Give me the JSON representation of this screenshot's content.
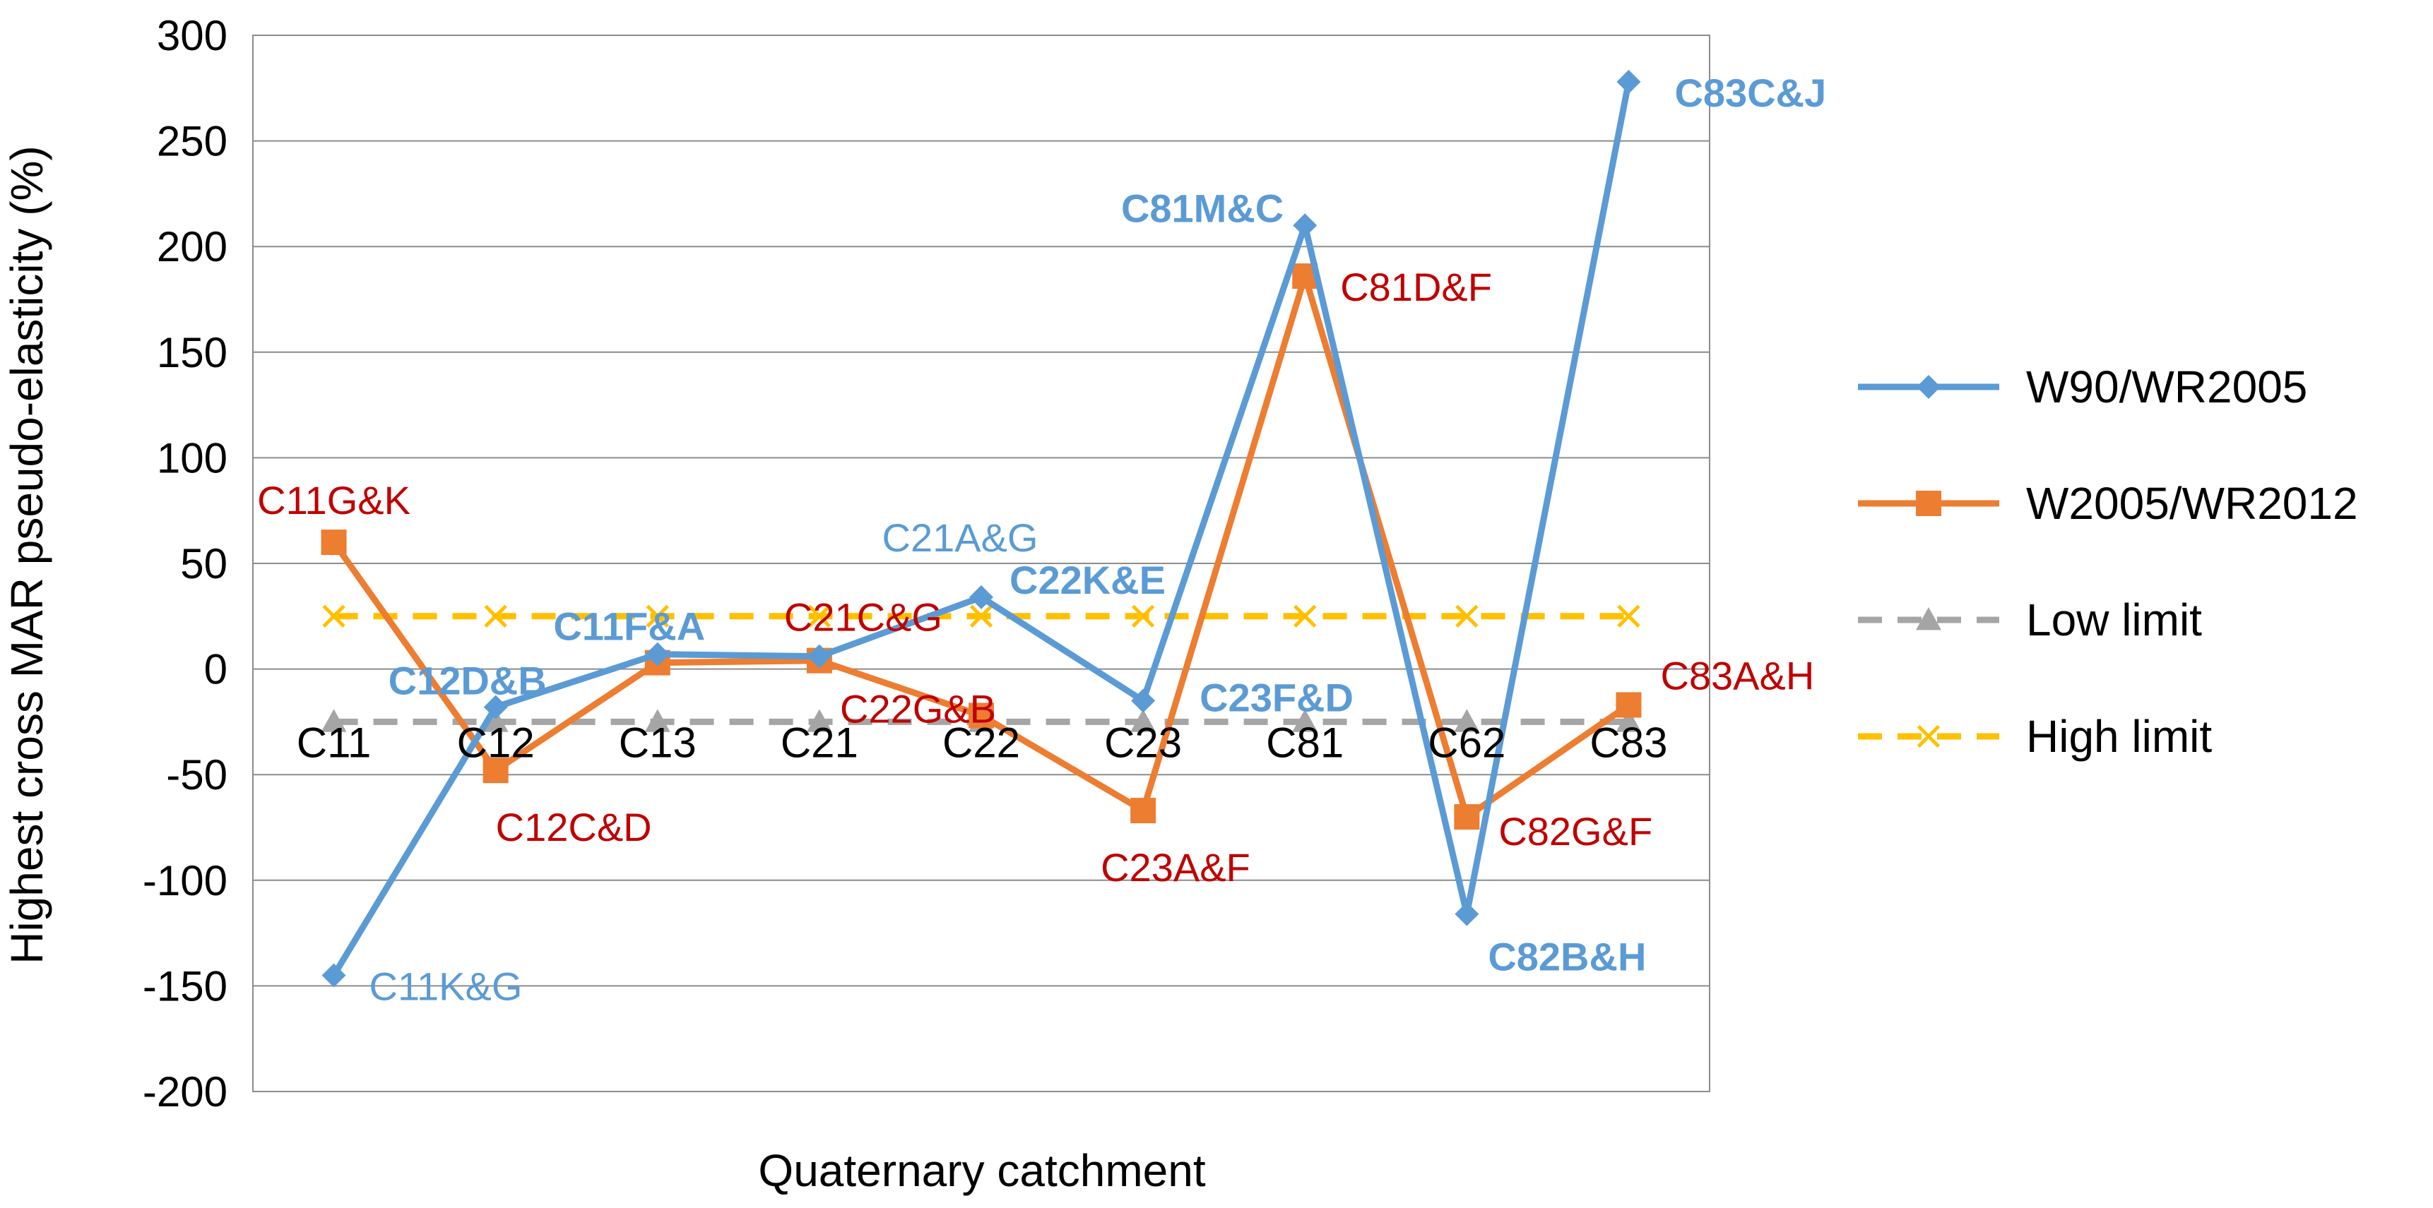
{
  "chart_data": {
    "type": "line",
    "xlabel": "Quaternary catchment",
    "ylabel": "Highest cross MAR pseudo-elasticity (%)",
    "ylim": [
      -200,
      300
    ],
    "y_ticks": [
      -200,
      -150,
      -100,
      -50,
      0,
      50,
      100,
      150,
      200,
      250,
      300
    ],
    "y_tick_labels": [
      "-200",
      "-150",
      "-100",
      "-50",
      "0",
      "50",
      "100",
      "150",
      "200",
      "250",
      "300"
    ],
    "categories": [
      "C11",
      "C12",
      "C13",
      "C21",
      "C22",
      "C23",
      "C81",
      "C62",
      "C83"
    ],
    "grid": "horizontal",
    "legend_position": "right",
    "series": [
      {
        "name": "W90/WR2005",
        "color": "#5B9BD5",
        "marker": "diamond",
        "line_style": "solid",
        "values": [
          -145,
          -18,
          7,
          6,
          34,
          -15,
          210,
          -116,
          278
        ]
      },
      {
        "name": "W2005/WR2012",
        "color": "#ED7D31",
        "marker": "square",
        "line_style": "solid",
        "values": [
          60,
          -48,
          3,
          4,
          -22,
          -67,
          186,
          -70,
          -17
        ]
      },
      {
        "name": "Low limit",
        "color": "#A5A5A5",
        "marker": "triangle",
        "line_style": "dashed",
        "values": [
          -25,
          -25,
          -25,
          -25,
          -25,
          -25,
          -25,
          -25,
          -25
        ]
      },
      {
        "name": "High limit",
        "color": "#FFC000",
        "marker": "x",
        "line_style": "dashed",
        "values": [
          25,
          25,
          25,
          25,
          25,
          25,
          25,
          25,
          25
        ]
      }
    ],
    "annotations": [
      {
        "text": "C11G&K",
        "series": 1,
        "point": 0,
        "color": "#C00000",
        "bold": false,
        "place": "above"
      },
      {
        "text": "C11K&G",
        "series": 0,
        "point": 0,
        "color": "#5B9BD5",
        "bold": false,
        "place": "below-right"
      },
      {
        "text": "C12D&B",
        "series": 0,
        "point": 1,
        "color": "#5B9BD5",
        "bold": true,
        "place": "above"
      },
      {
        "text": "C12C&D",
        "series": 1,
        "point": 1,
        "color": "#C00000",
        "bold": false,
        "place": "below-right"
      },
      {
        "text": "C11F&A",
        "series": 0,
        "point": 2,
        "color": "#5B9BD5",
        "bold": true,
        "place": "above"
      },
      {
        "text": "C21C&G",
        "series": 1,
        "point": 3,
        "color": "#C00000",
        "bold": false,
        "place": "above-right"
      },
      {
        "text": "C21A&G",
        "series": 0,
        "point": 4,
        "color": "#5B9BD5",
        "bold": false,
        "place": "above-left"
      },
      {
        "text": "C22K&E",
        "series": 0,
        "point": 4,
        "color": "#5B9BD5",
        "bold": true,
        "place": "right"
      },
      {
        "text": "C22G&B",
        "series": 1,
        "point": 4,
        "color": "#C00000",
        "bold": false,
        "place": "below"
      },
      {
        "text": "C23A&F",
        "series": 1,
        "point": 5,
        "color": "#C00000",
        "bold": false,
        "place": "below-right"
      },
      {
        "text": "C23F&D",
        "series": 0,
        "point": 5,
        "color": "#5B9BD5",
        "bold": true,
        "place": "right"
      },
      {
        "text": "C81M&C",
        "series": 0,
        "point": 6,
        "color": "#5B9BD5",
        "bold": true,
        "place": "left"
      },
      {
        "text": "C81D&F",
        "series": 1,
        "point": 6,
        "color": "#C00000",
        "bold": false,
        "place": "right"
      },
      {
        "text": "C82G&F",
        "series": 1,
        "point": 7,
        "color": "#C00000",
        "bold": false,
        "place": "below-right"
      },
      {
        "text": "C82B&H",
        "series": 0,
        "point": 7,
        "color": "#5B9BD5",
        "bold": true,
        "place": "below-right"
      },
      {
        "text": "C83C&J",
        "series": 0,
        "point": 8,
        "color": "#5B9BD5",
        "bold": true,
        "place": "right"
      },
      {
        "text": "C83A&H",
        "series": 1,
        "point": 8,
        "color": "#C00000",
        "bold": false,
        "place": "above-right"
      }
    ]
  }
}
